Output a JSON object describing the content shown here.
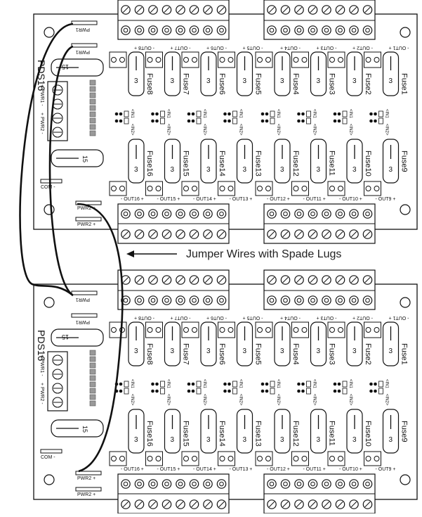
{
  "caption": "Jumper Wires with Spade Lugs",
  "board": {
    "model": "PDS16",
    "pwr1": "PWR1",
    "pwr1_label": "+ PWR1 -",
    "pwr2_label": "+ PWR2 -",
    "pwr2": "PWR2 +",
    "com": "COM -",
    "main_fuse_value": "15",
    "fuse_value": "3",
    "fuses_top": [
      "Fuse8",
      "Fuse7",
      "Fuse6",
      "Fuse5",
      "Fuse4",
      "Fuse3",
      "Fuse2",
      "Fuse1"
    ],
    "fuses_bottom": [
      "Fuse16",
      "Fuse15",
      "Fuse14",
      "Fuse13",
      "Fuse12",
      "Fuse11",
      "Fuse10",
      "Fuse9"
    ],
    "outputs_top": [
      "- OUT8 +",
      "- OUT7 +",
      "- OUT6 +",
      "- OUT5 +",
      "- OUT4 +",
      "- OUT3 +",
      "- OUT2 +",
      "- OUT1 +"
    ],
    "outputs_bottom": [
      "- OUT16 +",
      "- OUT15 +",
      "- OUT14 +",
      "- OUT13 +",
      "- OUT12 +",
      "- OUT11 +",
      "- OUT10 +",
      "- OUT9 +"
    ],
    "in1": "<IN1",
    "in2": "<IN2>"
  },
  "colors": {
    "line": "#111111",
    "board": "#ffffff",
    "led": "#999999"
  }
}
